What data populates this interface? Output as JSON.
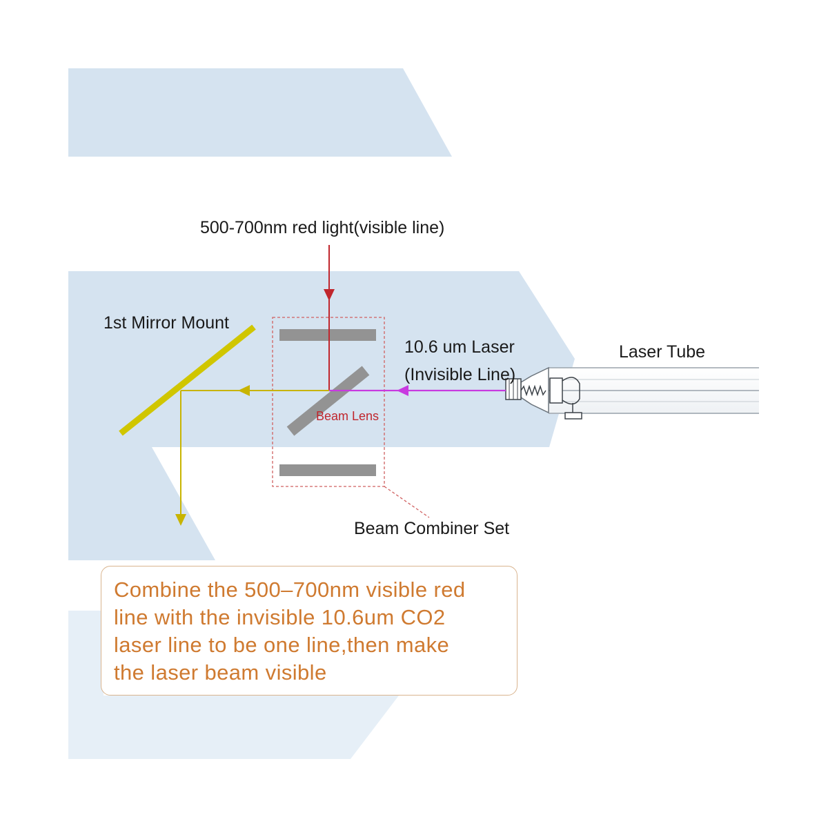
{
  "labels": {
    "red_light": "500-700nm red light(visible line)",
    "mirror_mount": "1st Mirror Mount",
    "laser_line1": "10.6 um Laser",
    "laser_line2": "(Invisible Line)",
    "laser_tube": "Laser Tube",
    "beam_lens": "Beam Lens",
    "beam_combiner": "Beam Combiner Set"
  },
  "note": {
    "lines": [
      "Combine the 500–700nm visible red",
      "line with the invisible 10.6um CO2",
      "laser line to be one line,then make",
      "the laser beam visible"
    ]
  },
  "colors": {
    "background_band": "#d5e3f0",
    "background_band_light": "#e6eff7",
    "red_beam": "#c0262d",
    "invisible_beam": "#c83ae0",
    "combined_beam": "#c8b400",
    "mirror": "#d0c600",
    "lens_gray": "#939393",
    "combiner_outline": "#d06060",
    "note_text": "#cf7a30",
    "note_border": "#d9b48e"
  }
}
